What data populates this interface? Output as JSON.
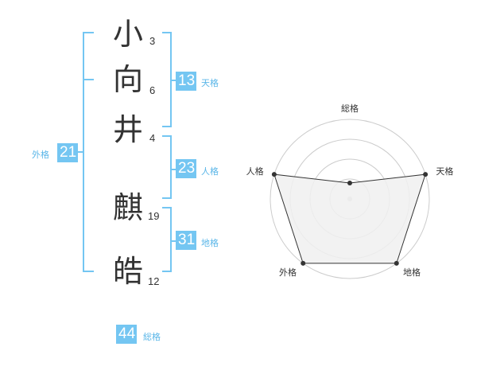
{
  "name": {
    "chars": [
      {
        "char": "小",
        "strokes": "3"
      },
      {
        "char": "向",
        "strokes": "6"
      },
      {
        "char": "井",
        "strokes": "4"
      },
      {
        "char": "麒",
        "strokes": "19"
      },
      {
        "char": "皓",
        "strokes": "12"
      }
    ]
  },
  "kaku": {
    "tenkaku": {
      "value": "13",
      "label": "天格"
    },
    "jinkaku": {
      "value": "23",
      "label": "人格"
    },
    "chikaku": {
      "value": "31",
      "label": "地格"
    },
    "gaikaku": {
      "value": "21",
      "label": "外格"
    },
    "soukaku": {
      "value": "44",
      "label": "総格"
    }
  },
  "chart_data": {
    "type": "radar",
    "axes": [
      "総格",
      "天格",
      "地格",
      "外格",
      "人格"
    ],
    "values": [
      0.2,
      1.0,
      1.0,
      1.0,
      1.0
    ],
    "max": 1.0,
    "rings": 4,
    "colors": {
      "fill": "#f0f0f0",
      "line": "#333333",
      "grid": "#cccccc"
    }
  }
}
